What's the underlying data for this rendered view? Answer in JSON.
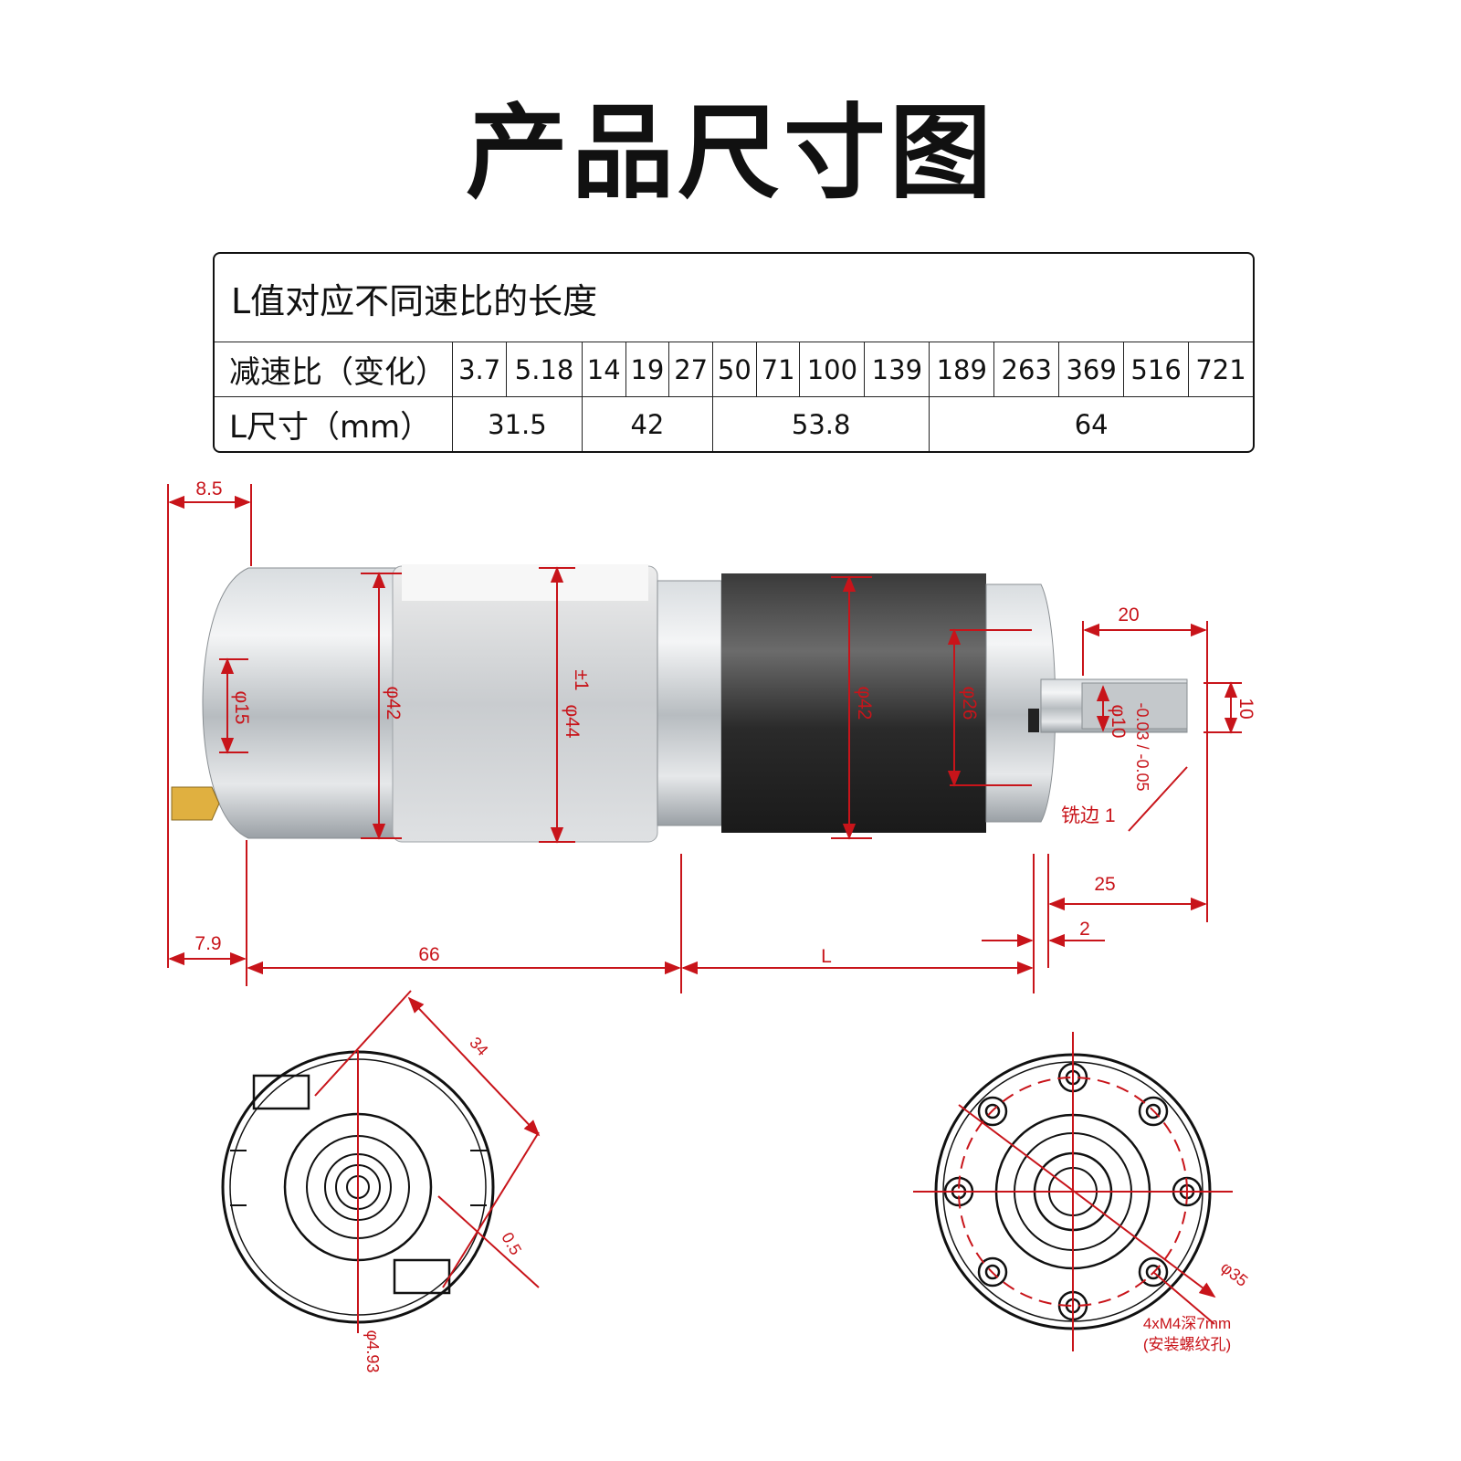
{
  "title": "产品尺寸图",
  "table": {
    "heading": "L值对应不同速比的长度",
    "ratio_label": "减速比（变化）",
    "ratios": [
      "3.7",
      "5.18",
      "14",
      "19",
      "27",
      "50",
      "71",
      "100",
      "139",
      "189",
      "263",
      "369",
      "516",
      "721"
    ],
    "length_label": "L尺寸（mm）",
    "lengths": [
      {
        "value": "31.5",
        "span": 2
      },
      {
        "value": "42",
        "span": 3
      },
      {
        "value": "53.8",
        "span": 4
      },
      {
        "value": "64",
        "span": 5
      }
    ]
  },
  "dimensions": {
    "brush_offset": "8.5",
    "terminal_offset": "7.9",
    "motor_length": "66",
    "gearbox_length": "L",
    "shaft_length": "25",
    "flat_length": "20",
    "boss_length": "2",
    "motor_dia": "φ42",
    "band_dia": "φ44",
    "tol": "±1",
    "gear_dia": "φ42",
    "boss_dia": "φ26",
    "end_cap_dia": "φ15",
    "shaft_dia": "φ10",
    "shaft_tol": "-0.03\n-0.05",
    "flat_width": "10",
    "flat_note": "铣边 1",
    "rear_hole_pitch": "34",
    "rear_gap": "0.5",
    "rear_bore": "φ4.93",
    "front_pcd": "φ35",
    "thread_note": "4xM4深7mm",
    "thread_note_sub": "(安装螺纹孔)"
  },
  "colors": {
    "dimension": "#c8141a",
    "text": "#111111"
  }
}
